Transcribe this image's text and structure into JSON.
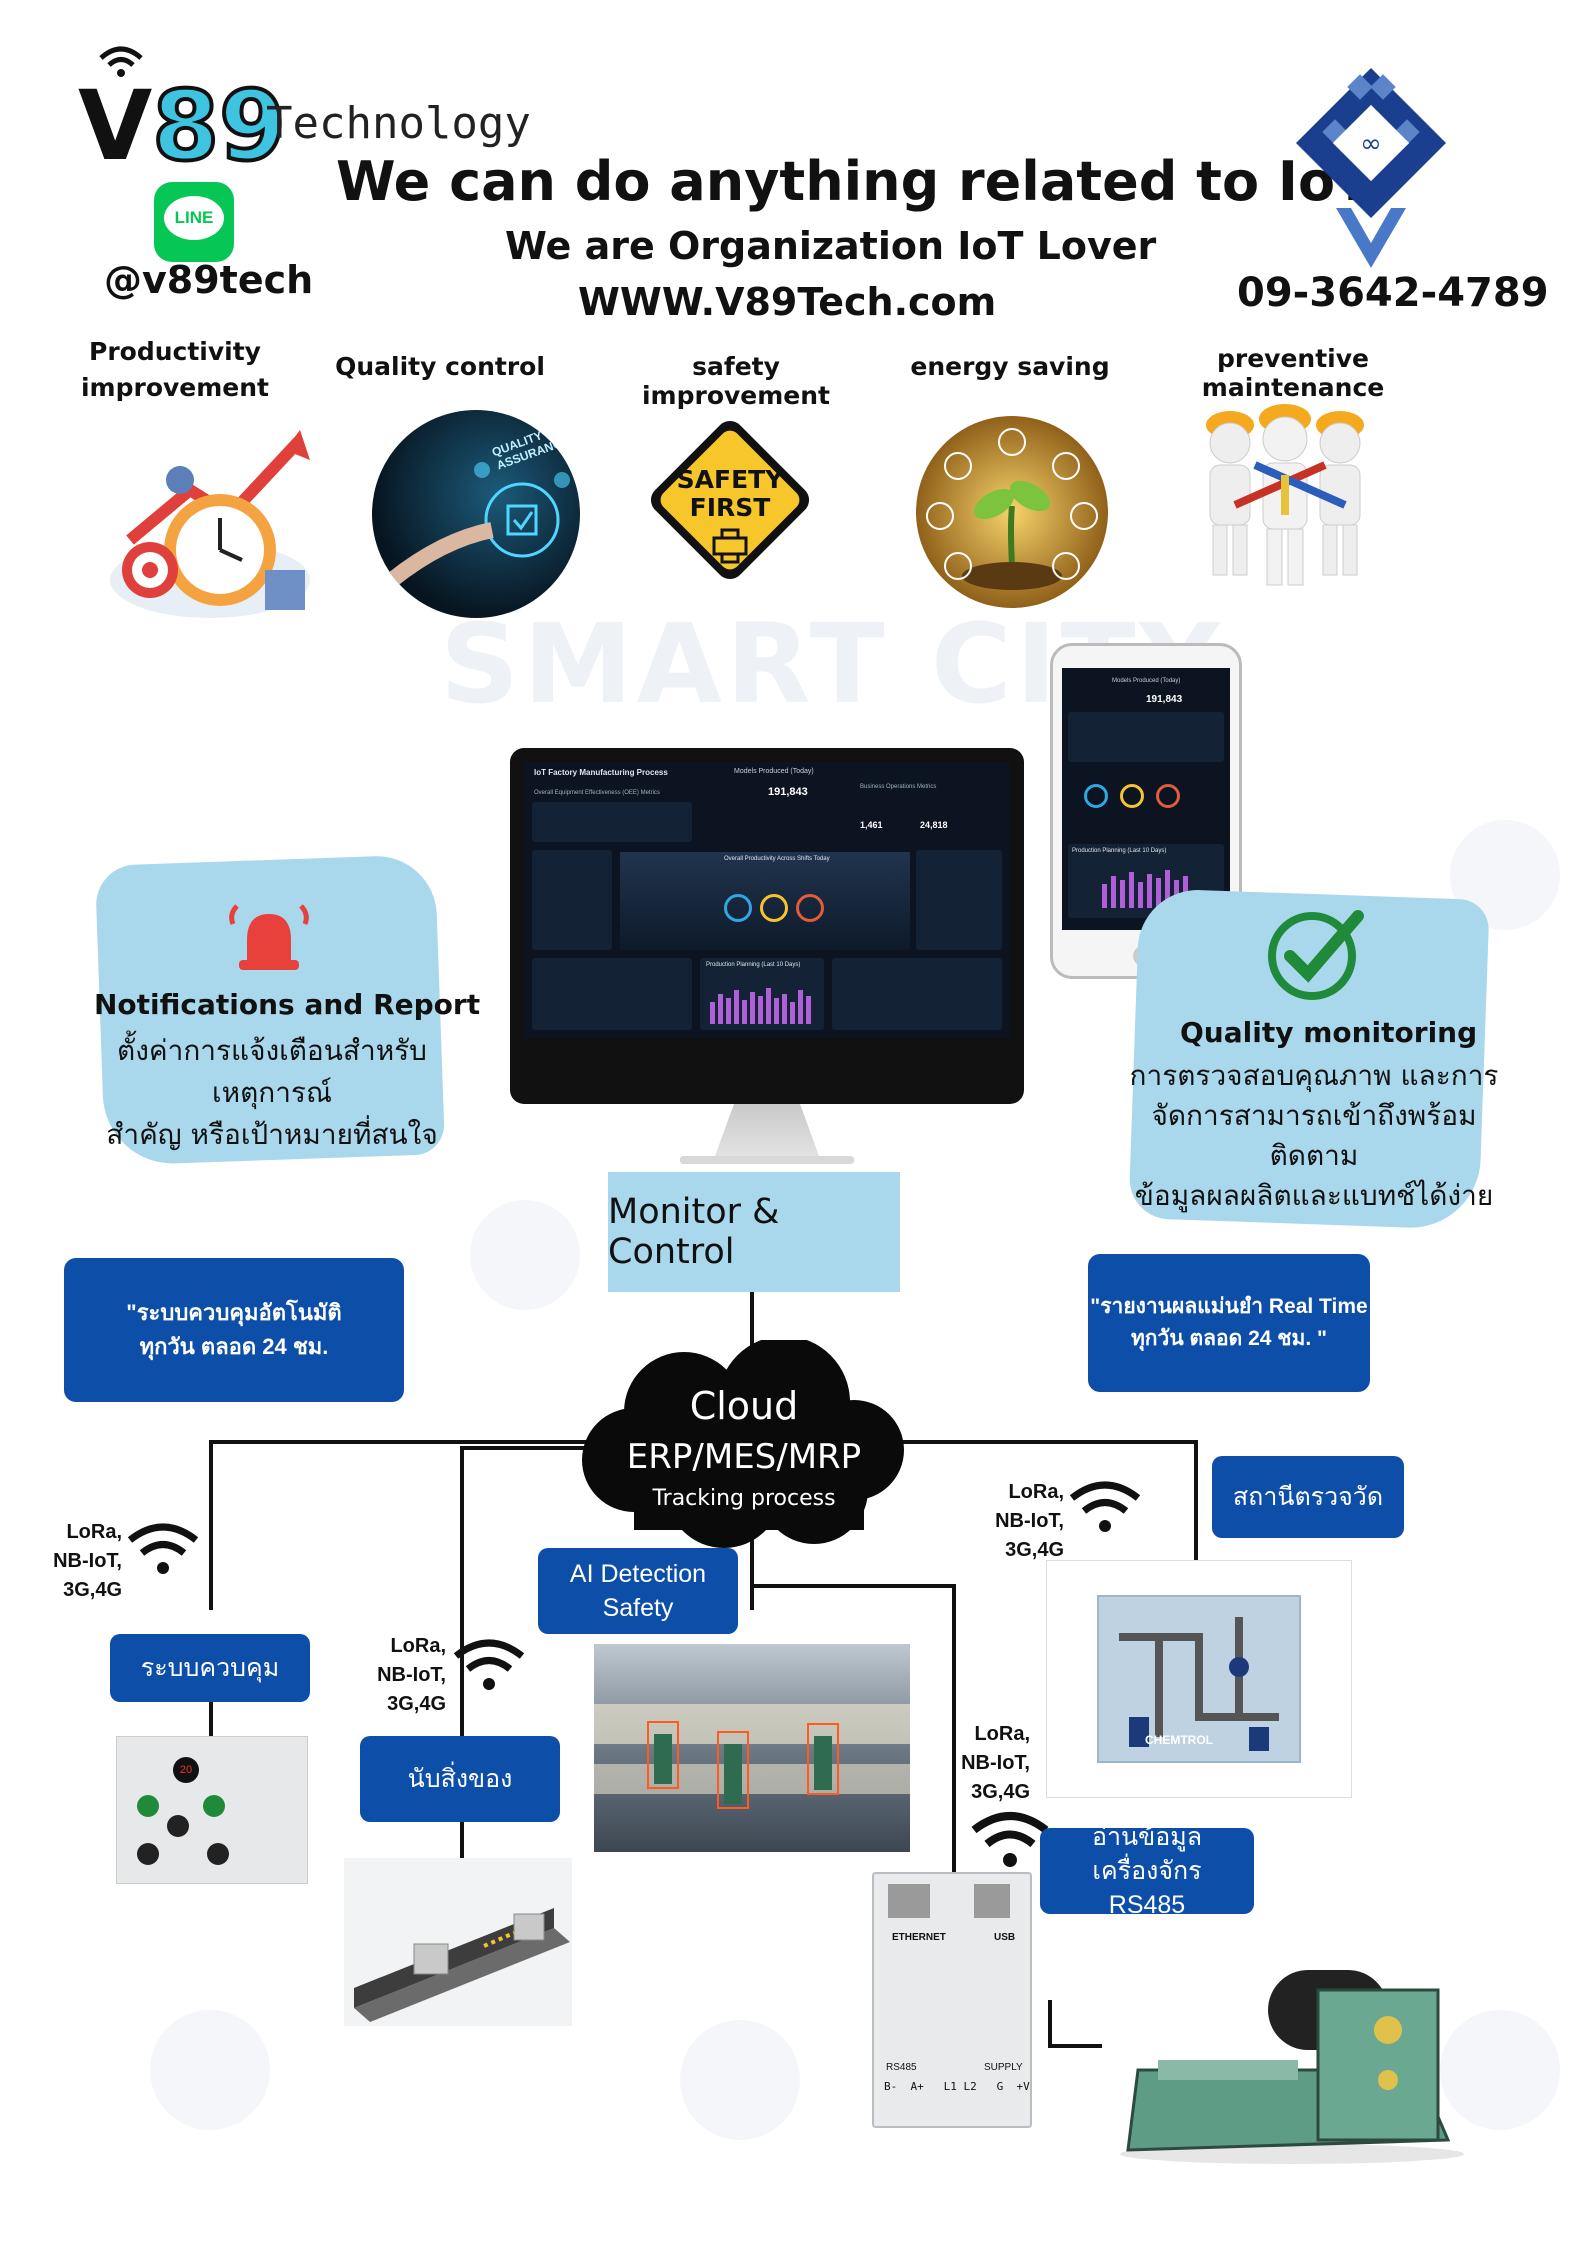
{
  "brand": {
    "v": "V",
    "num": "89",
    "tech": "Technology"
  },
  "line_app": {
    "badge": "LINE",
    "handle": "@v89tech"
  },
  "headline": "We can do anything related to IoT.",
  "tagline": "We are Organization IoT Lover",
  "website": "WWW.V89Tech.com",
  "phone": "09-3642-4789",
  "benefits": [
    {
      "label": "Productivity improvement"
    },
    {
      "label": "Quality control"
    },
    {
      "label": "safety improvement"
    },
    {
      "label": "energy saving"
    },
    {
      "label": "preventive maintenance"
    }
  ],
  "benefit_images": {
    "qa_text": "QUALITY ASSURANCE",
    "safety_line1": "SAFETY",
    "safety_line2": "FIRST"
  },
  "background": {
    "watermark": "SMART CITY"
  },
  "notifications": {
    "title": "Notifications and Report",
    "line1": "ตั้งค่าการแจ้งเตือนสำหรับเหตุการณ์",
    "line2": "สำคัญ หรือเป้าหมายที่สนใจ"
  },
  "quality": {
    "title": "Quality monitoring",
    "line1": "การตรวจสอบคุณภาพ และการ",
    "line2": "จัดการสามารถเข้าถึงพร้อมติดตาม",
    "line3": "ข้อมูลผลผลิตและแบทช์ได้ง่าย"
  },
  "dashboard": {
    "title": "IoT Factory Manufacturing Process",
    "oee": "Overall Equipment Effectiveness (OEE) Metrics",
    "models_label": "Models Produced (Today)",
    "models_value": "191,843",
    "ops_label": "Business Operations Metrics",
    "val1": "1,461",
    "val2": "24,818",
    "planning": "Production Planning (Last 10 Days)",
    "productivity": "Overall Productivity Across Shifts Today"
  },
  "monitor_control": "Monitor & Control",
  "auto_box": {
    "line1": "\"ระบบควบคุมอัตโนมัติ",
    "line2": "ทุกวัน ตลอด 24 ชม."
  },
  "report_box": {
    "line1": "\"รายงานผลแม่นยำ Real Time",
    "line2": "ทุกวัน ตลอด 24 ชม. \""
  },
  "cloud": {
    "line1": "Cloud",
    "line2": "ERP/MES/MRP",
    "line3": "Tracking process"
  },
  "nodes": {
    "control": "ระบบควบคุม",
    "count": "นับสิ่งของ",
    "ai_line1": "AI Detection",
    "ai_line2": "Safety",
    "station": "สถานีตรวจวัด",
    "machine_line1": "อ่านข้อมูลเครื่องจักร",
    "machine_line2": "RS485"
  },
  "wireless": {
    "l1": "LoRa,",
    "l2": "NB-IoT,",
    "l3": "3G,4G"
  },
  "device_labels": {
    "ethernet": "ETHERNET",
    "usb": "USB",
    "rs485": "RS485",
    "supply": "SUPPLY",
    "terms": "B-  A+   L1 L2   G  +V",
    "chemtrol": "CHEMTROL",
    "panel_display": "20"
  },
  "colors": {
    "accent_blue": "#0d4fa8",
    "light_blue": "#a9d8ec",
    "brand_cyan": "#3ec4e0",
    "alert_red": "#e8413b",
    "check_green": "#1f8a3a"
  }
}
